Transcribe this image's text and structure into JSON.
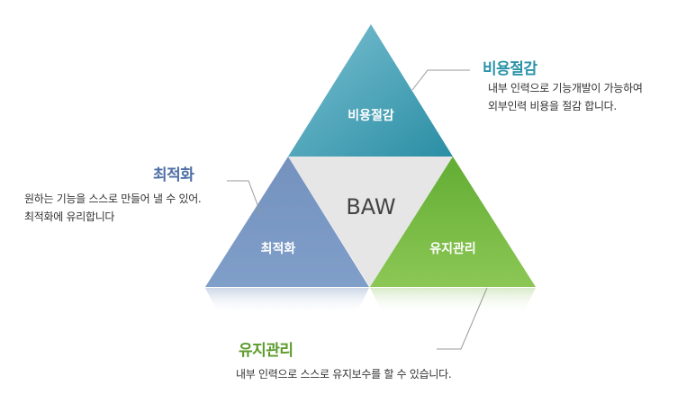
{
  "center_label": "BAW",
  "segments": [
    {
      "id": "cost",
      "label": "비용절감",
      "title": "비용절감",
      "desc_lines": [
        "내부 인력으로 기능개발이 가능하여",
        "외부인력 비용을 절감 합니다."
      ],
      "color": "#2b93a9"
    },
    {
      "id": "optimize",
      "label": "최적화",
      "title": "최적화",
      "desc_lines": [
        "원하는 기능을 스스로 만들어 낼 수 있어.",
        "최적화에 유리합니다"
      ],
      "color": "#4e6fa6"
    },
    {
      "id": "maintain",
      "label": "유지관리",
      "title": "유지관리",
      "desc_lines": [
        "내부 인력으로 스스로 유지보수를 할 수 있습니다."
      ],
      "color": "#5c9b2c"
    }
  ]
}
